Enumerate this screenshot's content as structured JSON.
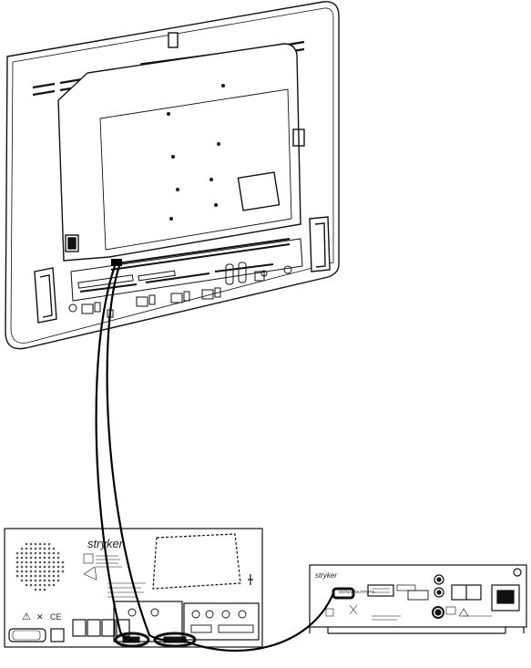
{
  "console": {
    "brand": "stryker"
  },
  "output_unit": {
    "brand": "stryker",
    "port_label": "SIGNAL OUTPUTS"
  },
  "colors": {
    "line": "#111111",
    "panel_fill": "#ffffff",
    "detail": "#333333",
    "cable": "#000000"
  }
}
